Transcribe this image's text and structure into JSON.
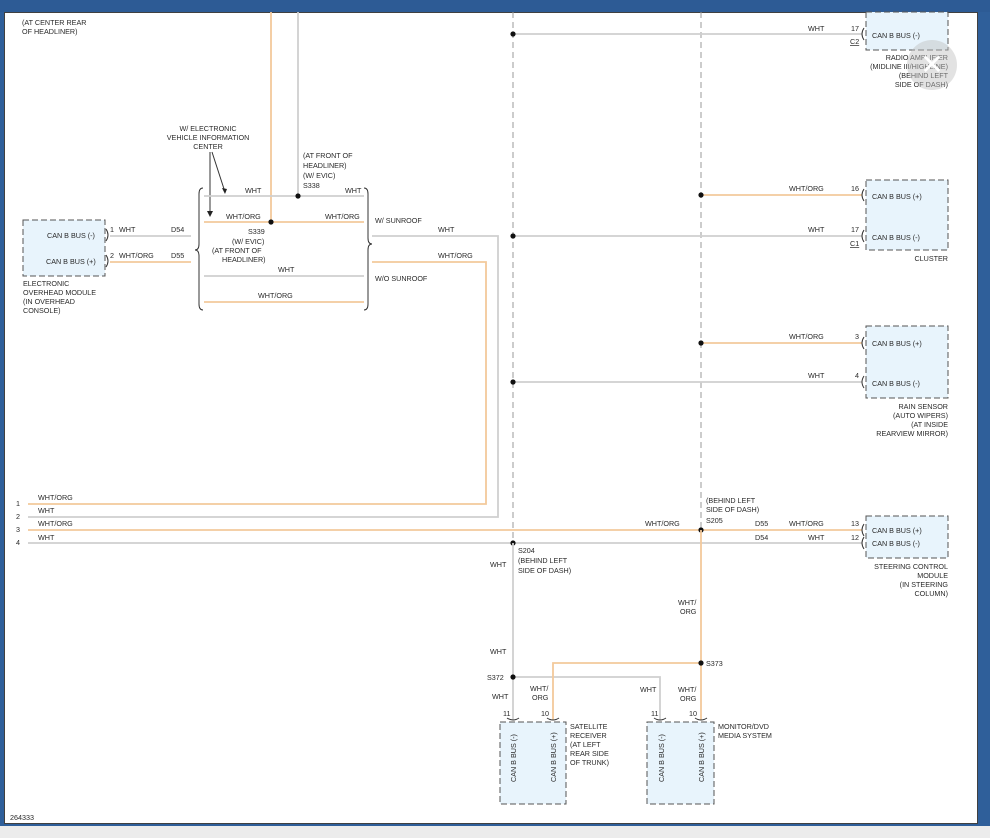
{
  "labels": {
    "center_rear": [
      "(AT CENTER REAR",
      "OF HEADLINER)"
    ],
    "evic_note": [
      "W/ ELECTRONIC",
      "VEHICLE INFORMATION",
      "CENTER"
    ],
    "front_headliner_note": [
      "(AT FRONT OF",
      "HEADLINER)",
      "(W/ EVIC)"
    ],
    "s338": "S338",
    "s339": [
      "S339",
      "(W/ EVIC)",
      "(AT FRONT OF",
      "HEADLINER)"
    ],
    "w_sunroof": "W/ SUNROOF",
    "wo_sunroof": "W/O SUNROOF",
    "s204": [
      "S204",
      "(BEHIND LEFT",
      "SIDE OF DASH)"
    ],
    "s205": [
      "(BEHIND LEFT",
      "SIDE OF DASH)",
      "S205"
    ],
    "s372": "S372",
    "s373": "S373",
    "figure_id": "264333"
  },
  "wire_colors": {
    "wht": "WHT",
    "wht_org": "WHT/ORG",
    "wht_org_split": [
      "WHT/",
      "ORG"
    ]
  },
  "connectors": {
    "c1": "C1",
    "c2": "C2",
    "d54": "D54",
    "d55": "D55"
  },
  "pins": {
    "p1": "1",
    "p2": "2",
    "p3": "3",
    "p4": "4",
    "p10": "10",
    "p11": "11",
    "p12": "12",
    "p13": "13",
    "p16": "16",
    "p17": "17"
  },
  "can": {
    "minus": "CAN B BUS (-)",
    "plus": "CAN B BUS (+)"
  },
  "modules": {
    "radio_amp": [
      "RADIO AMPLIFIER",
      "(MIDLINE III/HIGHLINE)",
      "(BEHIND LEFT",
      "SIDE OF DASH)"
    ],
    "cluster": "CLUSTER",
    "rain_sensor": [
      "RAIN SENSOR",
      "(AUTO WIPERS)",
      "(AT INSIDE",
      "REARVIEW MIRROR)"
    ],
    "steering": [
      "STEERING CONTROL",
      "MODULE",
      "(IN STEERING",
      "COLUMN)"
    ],
    "overhead": [
      "ELECTRONIC",
      "OVERHEAD MODULE",
      "(IN OVERHEAD",
      "CONSOLE)"
    ],
    "satellite": [
      "SATELLITE",
      "RECEIVER",
      "(AT LEFT",
      "REAR SIDE",
      "OF TRUNK)"
    ],
    "monitor": [
      "MONITOR/DVD",
      "MEDIA SYSTEM"
    ]
  },
  "close_symbol": "✕",
  "colors": {
    "wht_wire": "#cfcfcf",
    "org_wire": "#f3c99b",
    "module_fill": "#e8f4fc",
    "title_bar": "#2d5b95"
  }
}
